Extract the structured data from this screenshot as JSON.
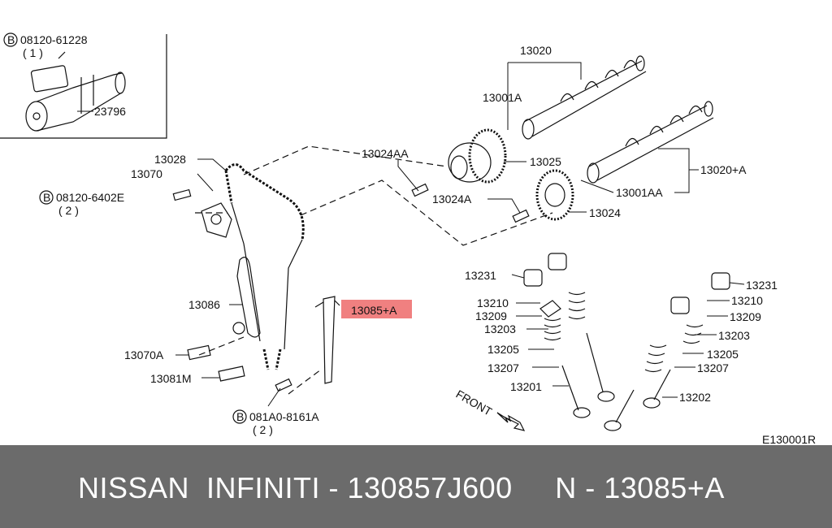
{
  "diagram": {
    "code": "E130001R",
    "front_label": "FRONT",
    "highlight_color": "#f08080",
    "callouts": {
      "bolt_top": "08120-61228",
      "bolt_top_qty": "( 1 )",
      "c23796": "23796",
      "c13020": "13020",
      "c13001A": "13001A",
      "c13028": "13028",
      "c13024AA": "13024AA",
      "c13025": "13025",
      "c13070": "13070",
      "c13020A": "13020+A",
      "bolt_mid": "08120-6402E",
      "bolt_mid_qty": "( 2 )",
      "c13024A": "13024A",
      "c13001AA": "13001AA",
      "c13024": "13024",
      "c13231_l": "13231",
      "c13231_r": "13231",
      "c13086": "13086",
      "c13085A": "13085+A",
      "c13210_l": "13210",
      "c13210_r": "13210",
      "c13209_l": "13209",
      "c13209_r": "13209",
      "c13203_l": "13203",
      "c13203_r": "13203",
      "c13070A": "13070A",
      "c13205_l": "13205",
      "c13205_r": "13205",
      "c13081M": "13081M",
      "c13207_l": "13207",
      "c13207_r": "13207",
      "c13201": "13201",
      "c13202": "13202",
      "bolt_bot": "081A0-8161A",
      "bolt_bot_qty": "( 2 )",
      "b_symbol": "B"
    }
  },
  "footer": {
    "text": "NISSAN  INFINITI - 130857J600     N - 13085+A"
  }
}
